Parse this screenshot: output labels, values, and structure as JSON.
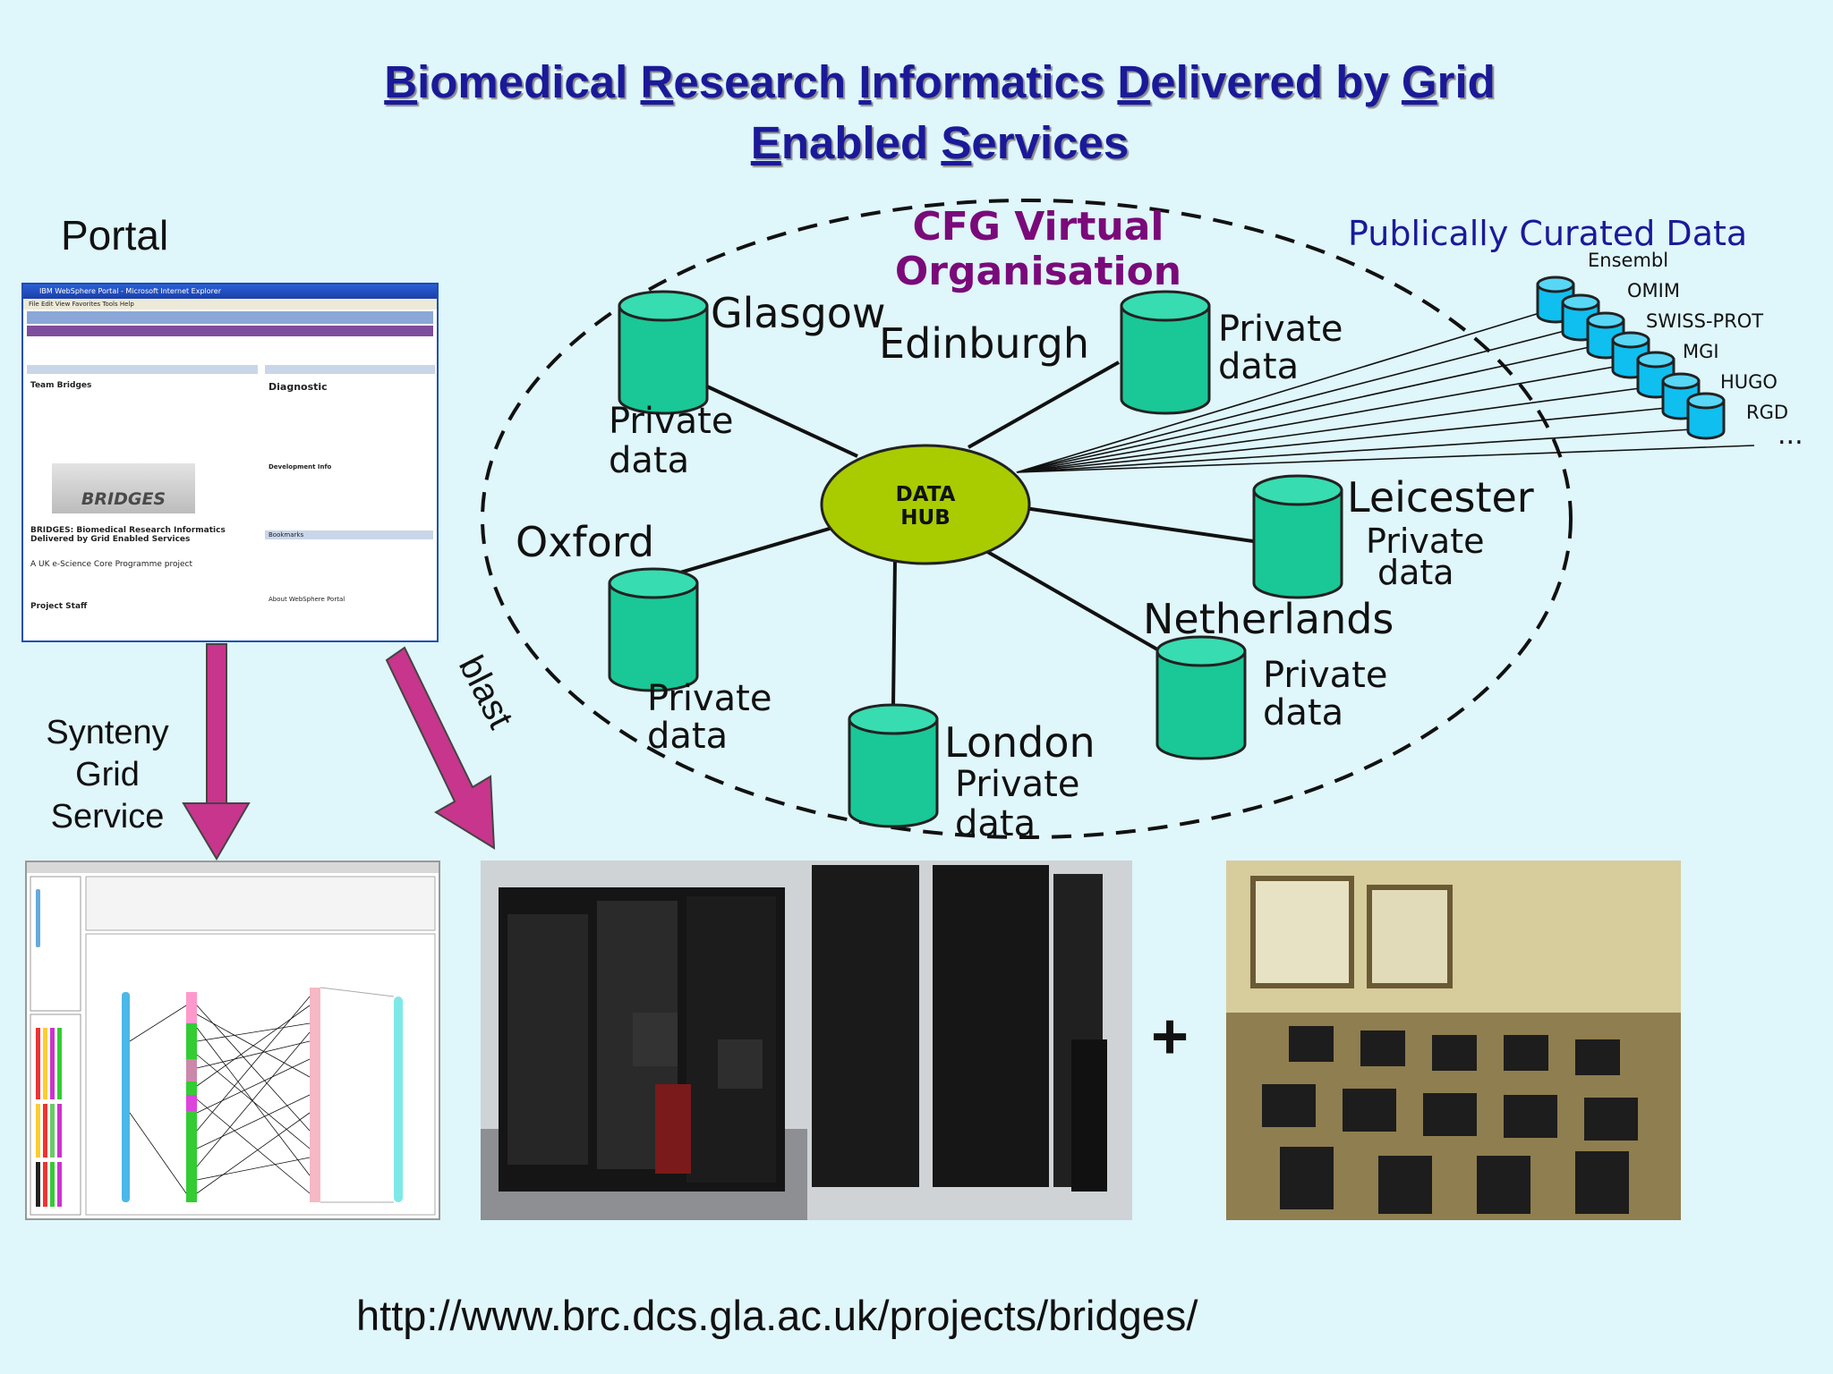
{
  "title": {
    "line1_parts": [
      {
        "initial": "B",
        "rest": "iomedical "
      },
      {
        "initial": "R",
        "rest": "esearch "
      },
      {
        "initial": "I",
        "rest": "nformatics "
      },
      {
        "initial": "D",
        "rest": "elivered by "
      },
      {
        "initial": "G",
        "rest": "rid"
      }
    ],
    "line2_parts": [
      {
        "initial": "E",
        "rest": "nabled "
      },
      {
        "initial": "S",
        "rest": "ervices"
      }
    ]
  },
  "portal_label": "Portal",
  "synteny_label": [
    "Synteny",
    "Grid",
    "Service"
  ],
  "blast_label": "blast",
  "url": "http://www.brc.dcs.gla.ac.uk/projects/bridges/",
  "plus": "+",
  "virtual_org": {
    "title_line1": "CFG Virtual",
    "title_line2": "Organisation",
    "hub_line1": "DATA",
    "hub_line2": "HUB",
    "sites": [
      {
        "name": "Glasgow",
        "private_line1": "Private",
        "private_line2": "data"
      },
      {
        "name": "Edinburgh",
        "private_line1": "Private",
        "private_line2": "data"
      },
      {
        "name": "Leicester",
        "private_line1": "Private",
        "private_line2": "data"
      },
      {
        "name": "Netherlands",
        "private_line1": "Private",
        "private_line2": "data"
      },
      {
        "name": "London",
        "private_line1": "Private",
        "private_line2": "data"
      },
      {
        "name": "Oxford",
        "private_line1": "Private",
        "private_line2": "data"
      }
    ]
  },
  "public_data": {
    "title": "Publically Curated Data",
    "sources": [
      "Ensembl",
      "OMIM",
      "SWISS-PROT",
      "MGI",
      "HUGO",
      "RGD"
    ],
    "more": "..."
  },
  "portal_screenshot": {
    "window_title": "IBM WebSphere Portal - Microsoft Internet Explorer",
    "menu": "File  Edit  View  Favorites  Tools  Help",
    "team_heading": "Team Bridges",
    "logo_text": "BRIDGES",
    "description": "BRIDGES: Biomedical Research Informatics Delivered by Grid Enabled Services",
    "programme": "A UK e-Science Core Programme project",
    "staff_heading": "Project Staff",
    "diagnostic_heading": "Diagnostic",
    "dev_info": "Development Info",
    "bookmarks": "Bookmarks",
    "about": "About WebSphere Portal"
  },
  "colors": {
    "background": "#dff6fb",
    "title": "#1a1a99",
    "vo_title": "#7a0a7a",
    "public_title": "#1a1a99",
    "cylinder": "#19c896",
    "cylinder_top": "#37dcb0",
    "hub_fill": "#a8cc00",
    "public_cylinder": "#0fbfef",
    "arrow": "#c8358c"
  }
}
